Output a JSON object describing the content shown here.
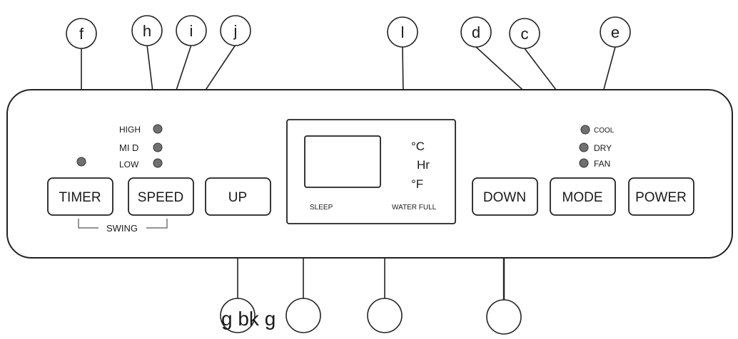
{
  "callouts": {
    "f": "f",
    "h": "h",
    "i": "i",
    "j": "j",
    "l": "l",
    "d": "d",
    "c": "c",
    "e": "e",
    "bottom_text": "g bk g"
  },
  "buttons": {
    "timer": "TIMER",
    "speed": "SPEED",
    "up": "UP",
    "down": "DOWN",
    "mode": "MODE",
    "power": "POWER"
  },
  "speed_labels": {
    "high": "HIGH",
    "mid": "MI D",
    "low": "LOW"
  },
  "swing_label": "SWING",
  "display": {
    "celsius": "°C",
    "hr": "Hr",
    "fahrenheit": "°F",
    "sleep": "SLEEP",
    "water_full": "WATER FULL"
  },
  "mode_labels": {
    "cool": "COOL",
    "dry": "DRY",
    "fan": "FAN"
  },
  "colors": {
    "line": "#222222",
    "indicator": "#707070",
    "panel": "#ffffff"
  }
}
